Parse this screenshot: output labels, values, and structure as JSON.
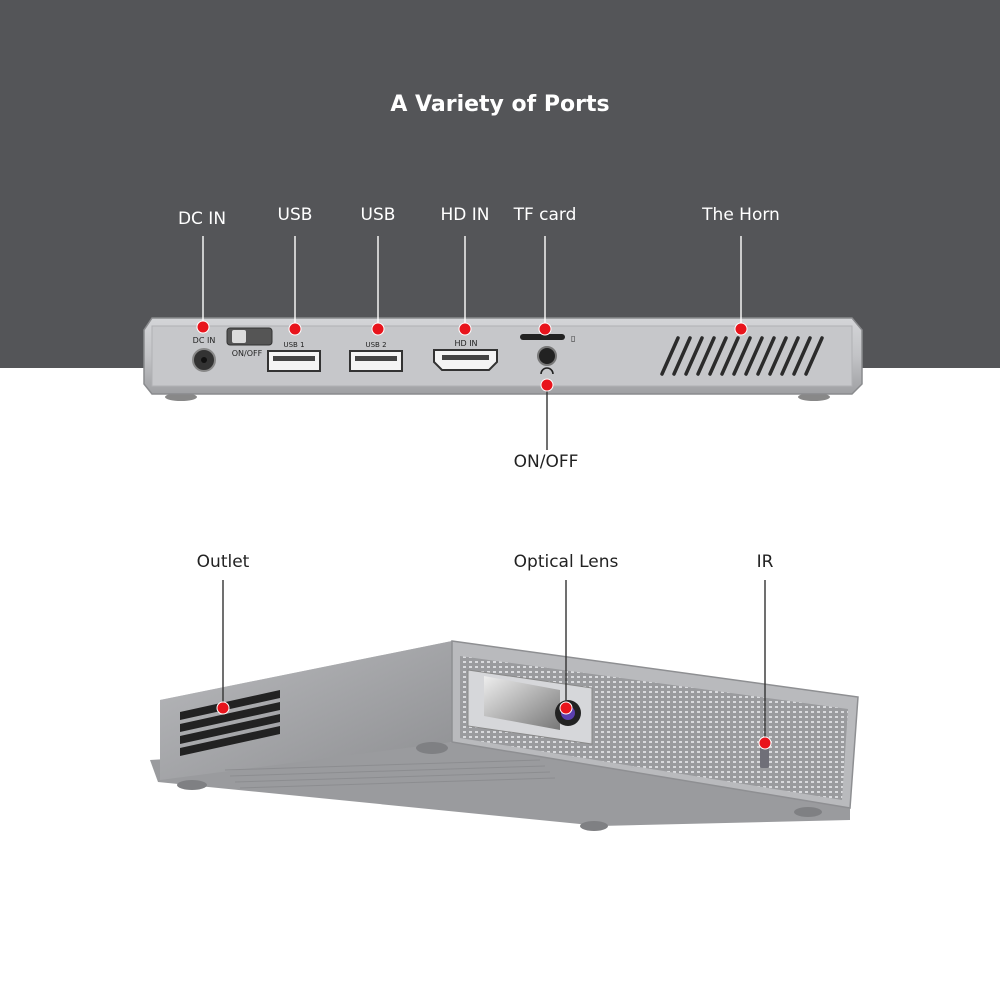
{
  "headline": "A Variety of Ports",
  "rear_panel": {
    "callouts": [
      "DC IN",
      "USB",
      "USB",
      "HD IN",
      "TF card",
      "The Horn",
      "ON/OFF"
    ],
    "printed": {
      "dc_in": "DC  IN",
      "switch": "ON/OFF",
      "usb1": "USB 1",
      "usb2": "USB 2",
      "hdmi": "HD  IN"
    }
  },
  "front_view": {
    "callouts": [
      "Outlet",
      "Optical Lens",
      "IR"
    ]
  },
  "colors": {
    "band": "#545558",
    "marker": "#e8141c",
    "chassis": "#b5b6b9"
  }
}
